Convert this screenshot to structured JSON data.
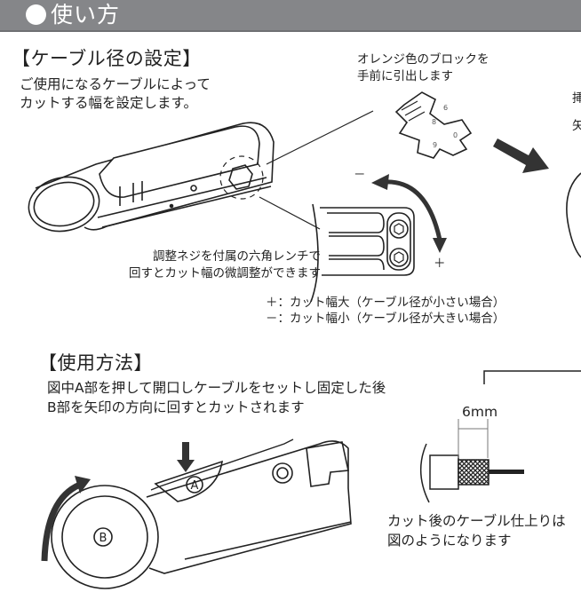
{
  "header": {
    "bullet_icon": "filled-circle",
    "title": "使い方"
  },
  "cable_setting": {
    "heading": "【ケーブル径の設定】",
    "desc_lines": [
      "ご使用になるケーブルによって",
      "カットする幅を設定します。"
    ],
    "block_note_lines": [
      "オレンジ色のブロックを",
      "手前に引出します"
    ],
    "block_numbers": [
      "6",
      "8",
      "9",
      "0"
    ],
    "adjust_note_lines": [
      "調整ネジを付属の六角レンチで",
      "回すとカット幅の微調整ができます"
    ],
    "rotation_labels": {
      "minus": "－",
      "plus": "＋"
    },
    "legend_lines": [
      "＋：カット幅大（ケーブル径が小さい場合）",
      "－：カット幅小（ケーブル径が大きい場合）"
    ],
    "cutoff_right_chars": [
      "挿",
      "矢"
    ]
  },
  "usage": {
    "heading": "【使用方法】",
    "desc_lines": [
      "図中A部を押して開口しケーブルをセットし固定した後",
      "B部を矢印の方向に回すとカットされます"
    ],
    "part_a_label": "A",
    "part_b_label": "B",
    "dimension_label": "6mm",
    "result_note_lines": [
      "カット後のケーブル仕上りは",
      "図のようになります"
    ]
  }
}
